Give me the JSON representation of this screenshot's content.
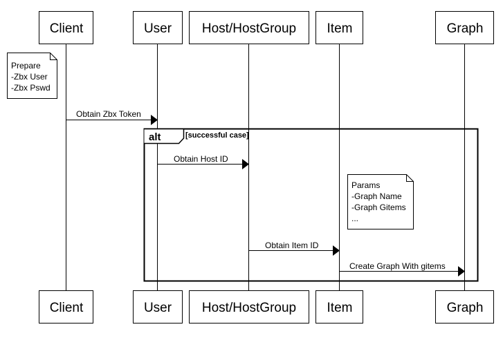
{
  "participants": [
    {
      "id": "client",
      "label": "Client"
    },
    {
      "id": "user",
      "label": "User"
    },
    {
      "id": "host",
      "label": "Host/HostGroup"
    },
    {
      "id": "item",
      "label": "Item"
    },
    {
      "id": "graph",
      "label": "Graph"
    }
  ],
  "notes": [
    {
      "id": "prepare",
      "lines": [
        "Prepare",
        "-Zbx User",
        "-Zbx Pswd"
      ]
    },
    {
      "id": "params",
      "lines": [
        "Params",
        "-Graph Name",
        "-Graph Gitems",
        "..."
      ]
    }
  ],
  "messages": [
    {
      "from": "client",
      "to": "user",
      "label": "Obtain Zbx Token"
    },
    {
      "from": "user",
      "to": "host",
      "label": "Obtain Host ID"
    },
    {
      "from": "host",
      "to": "item",
      "label": "Obtain Item ID"
    },
    {
      "from": "item",
      "to": "graph",
      "label": "Create Graph With gitems"
    }
  ],
  "fragment": {
    "keyword": "alt",
    "guard": "[successful case]"
  }
}
